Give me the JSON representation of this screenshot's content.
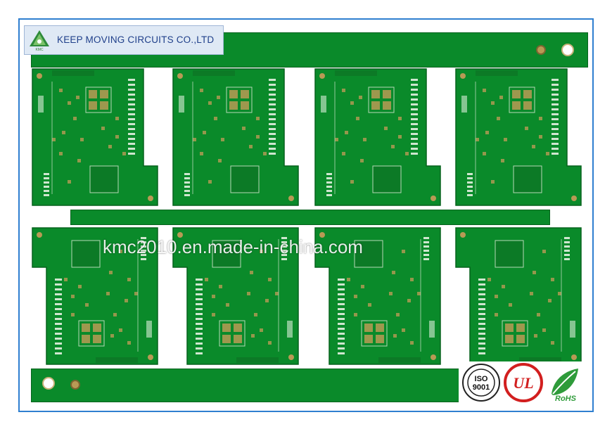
{
  "company": {
    "name": "KEEP MOVING CIRCUITS CO.,LTD",
    "logo_icon": "globe-leaf-logo-icon",
    "logo_text": "KMC"
  },
  "watermark": "kmc2010.en.made-in-china.com",
  "certifications": {
    "iso": {
      "line1": "ISO",
      "line2": "9001",
      "icon": "iso-9001-seal-icon"
    },
    "ul": {
      "text": "UL",
      "icon": "ul-mark-icon"
    },
    "rohs": {
      "text": "RoHS",
      "icon": "rohs-leaf-icon"
    }
  },
  "colors": {
    "board_green": "#0a8a2a",
    "pad_gold": "#b89a55",
    "frame_blue": "#2f7fd0",
    "company_text": "#1f3f8a"
  }
}
